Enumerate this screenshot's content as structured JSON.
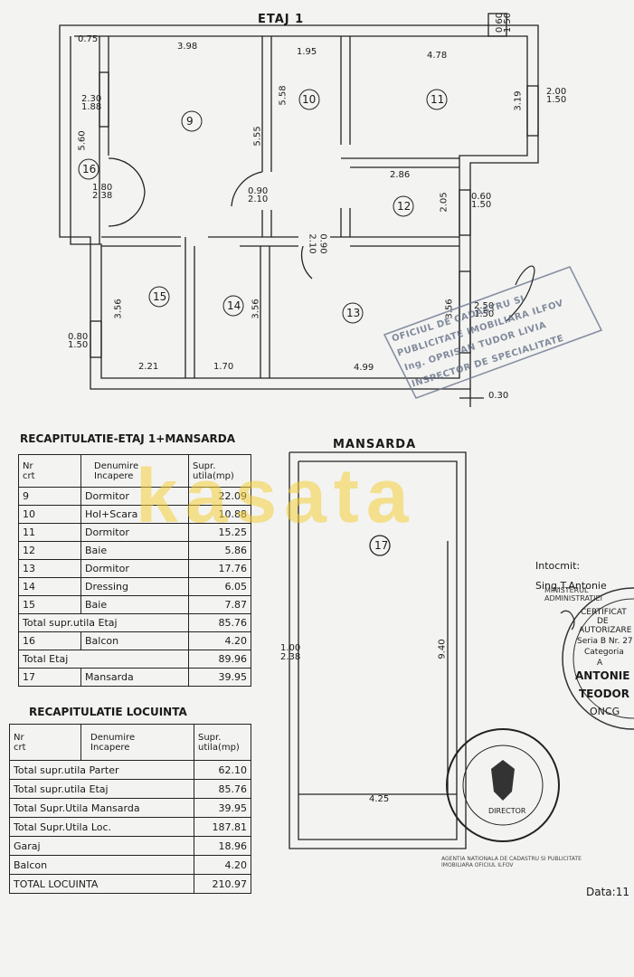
{
  "plan": {
    "title": "ETAJ 1",
    "top_window": "0.60\n1.50",
    "dims": {
      "d_075": "0.75",
      "d_398": "3.98",
      "d_195": "1.95",
      "d_478": "4.78",
      "d_230": "2.30",
      "d_188": "1.88",
      "d_560": "5.60",
      "d_558": "5.58",
      "d_555": "5.55",
      "d_319": "3.19",
      "d_200": "2.00",
      "d_150a": "1.50",
      "d_286": "2.86",
      "d_180": "1.80",
      "d_238a": "2.38",
      "d_090": "0.90",
      "d_210a": "2.10",
      "d_205": "2.05",
      "d_060": "0.60",
      "d_150b": "1.50",
      "d_210b": "2.10",
      "d_090b": "0.90",
      "d_356a": "3.56",
      "d_356b": "3.56",
      "d_356c": "3.56",
      "d_250": "2.50",
      "d_150c": "1.50",
      "d_080": "0.80",
      "d_150d": "1.50",
      "d_221": "2.21",
      "d_170": "1.70",
      "d_499": "4.99",
      "d_030": "0.30"
    },
    "rooms": [
      "9",
      "10",
      "11",
      "12",
      "13",
      "14",
      "15",
      "16"
    ]
  },
  "stamp1": {
    "line1": "OFICIUL DE CADASTRU SI",
    "line2": "PUBLICITATE IMOBILIARA ILFOV",
    "line3": "Ing. OPRISAN TUDOR LIVIA",
    "line4": "INSPECTOR DE SPECIALITATE"
  },
  "recap_etaj": {
    "title": "RECAPITULATIE-ETAJ 1+MANSARDA",
    "headers": [
      "Nr\ncrt",
      "Denumire\nIncapere",
      "Supr.\nutila(mp)"
    ],
    "rows": [
      [
        "9",
        "Dormitor",
        "22.09"
      ],
      [
        "10",
        "Hol+Scara",
        "10.88"
      ],
      [
        "11",
        "Dormitor",
        "15.25"
      ],
      [
        "12",
        "Baie",
        "5.86"
      ],
      [
        "13",
        "Dormitor",
        "17.76"
      ],
      [
        "14",
        "Dressing",
        "6.05"
      ],
      [
        "15",
        "Baie",
        "7.87"
      ]
    ],
    "total_utila_label": "Total supr.utila Etaj",
    "total_utila_value": "85.76",
    "balcon_nr": "16",
    "balcon_label": "Balcon",
    "balcon_value": "4.20",
    "total_etaj_label": "Total Etaj",
    "total_etaj_value": "89.96",
    "mansarda_nr": "17",
    "mansarda_label": "Mansarda",
    "mansarda_value": "39.95"
  },
  "recap_locuinta": {
    "title": "RECAPITULATIE LOCUINTA",
    "headers": [
      "Nr\ncrt",
      "Denumire\nIncapere",
      "Supr.\nutila(mp)"
    ],
    "rows": [
      [
        "Total supr.utila Parter",
        "62.10"
      ],
      [
        "Total supr.utila Etaj",
        "85.76"
      ],
      [
        "Total Supr.Utila Mansarda",
        "39.95"
      ],
      [
        "Total Supr.Utila Loc.",
        "187.81"
      ],
      [
        "Garaj",
        "18.96"
      ],
      [
        "Balcon",
        "4.20"
      ],
      [
        "TOTAL LOCUINTA",
        "210.97"
      ]
    ]
  },
  "mansarda": {
    "title": "MANSARDA",
    "room": "17",
    "dim_left": "1.00\n2.38",
    "dim_height": "9.40",
    "dim_bottom": "4.25"
  },
  "side": {
    "intocmit": "Intocmit:",
    "name": "Sing.T.Antonie",
    "cert1": "CERTIFICAT",
    "cert2": "DE",
    "cert3": "AUTORIZARE",
    "cert4": "Seria B Nr. 27",
    "cert5": "Categoria",
    "cert6": "A",
    "cert7": "ANTONIE",
    "cert8": "TEODOR",
    "cert9": "ONCG",
    "ring": "MINISTERUL ADMINISTRATIEI",
    "data": "Data:11"
  },
  "stamp2": {
    "ring": "AGENTIA NATIONALA DE CADASTRU SI PUBLICITATE IMOBILIARA OFICIUL ILFOV",
    "center": "DIRECTOR"
  },
  "watermark": "kasata"
}
